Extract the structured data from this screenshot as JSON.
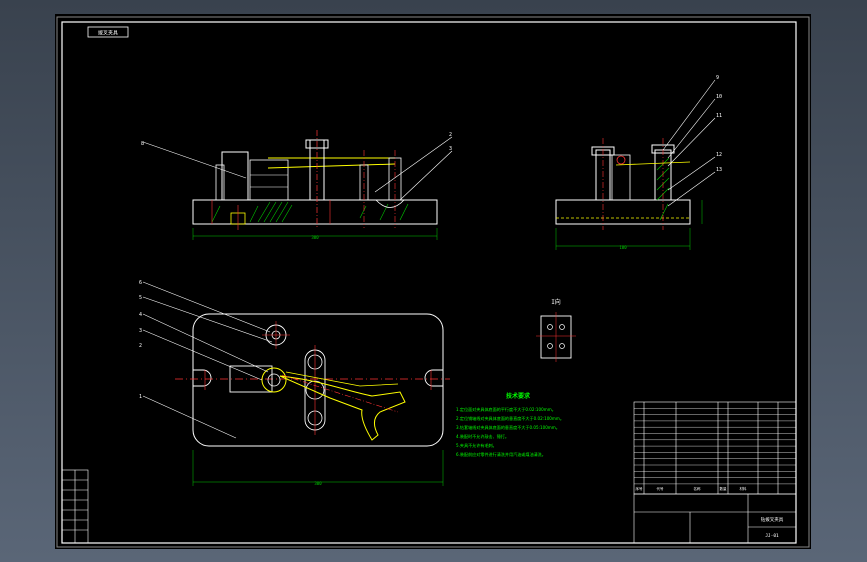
{
  "drawing": {
    "stamp_label": "拨叉夹具",
    "views": {
      "front": {
        "balloons": [
          "8",
          "2",
          "3"
        ],
        "dim_length": "300"
      },
      "side": {
        "balloons": [
          "9",
          "10",
          "11",
          "12",
          "13"
        ],
        "dim_length": "100"
      },
      "plan": {
        "balloons": [
          "6",
          "5",
          "4",
          "3",
          "2",
          "1"
        ],
        "dim_length": "300"
      },
      "detail": {
        "label": "I向"
      }
    },
    "technical_requirements": {
      "title": "技术要求",
      "items": [
        "1.定位面对夹具体底面的平行度不大于0.02:100mm。",
        "2.定位销轴线对夹具体底面的垂直度不大于0.02:100mm。",
        "3.钻套轴线对夹具体底面的垂直度不大于0.05:100mm。",
        "4.装配时不允许敲击、锤打。",
        "5.夹具不允许有毛刺。",
        "6.装配前应对零件进行清洗并用汽油或煤油清洗。"
      ]
    },
    "title_block": {
      "part_name": "钻拨叉夹具",
      "drawing_no": "JJ-01",
      "header_cells": [
        "序号",
        "代号",
        "名称",
        "数量",
        "材料"
      ]
    }
  },
  "colors": {
    "canvas": "#000000",
    "frame": "#ffffff",
    "outline": "#ffffff",
    "hidden": "#ffff00",
    "centerline": "#ff3333",
    "hatch": "#00c800",
    "dimension": "#00c800",
    "leader": "#ffffff",
    "annotation": "#00ff00"
  }
}
